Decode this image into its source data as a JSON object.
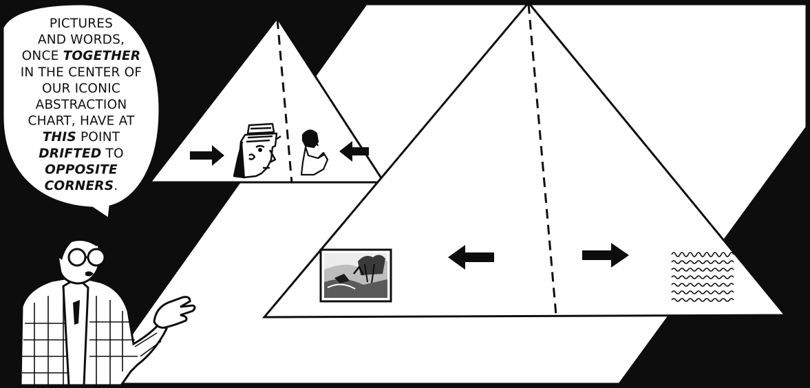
{
  "colors": {
    "ink": "#0d0d0d",
    "paper": "#ffffff",
    "photo_gray": "#8a8a8a"
  },
  "speech_bubble": {
    "lines": [
      {
        "parts": [
          {
            "text": "PICTURES",
            "emphasis": false
          }
        ]
      },
      {
        "parts": [
          {
            "text": "AND WORDS,",
            "emphasis": false
          }
        ]
      },
      {
        "parts": [
          {
            "text": "ONCE ",
            "emphasis": false
          },
          {
            "text": "TOGETHER",
            "emphasis": true
          }
        ]
      },
      {
        "parts": [
          {
            "text": "IN THE CENTER OF",
            "emphasis": false
          }
        ]
      },
      {
        "parts": [
          {
            "text": "OUR ICONIC",
            "emphasis": false
          }
        ]
      },
      {
        "parts": [
          {
            "text": "ABSTRACTION",
            "emphasis": false
          }
        ]
      },
      {
        "parts": [
          {
            "text": "CHART, HAVE AT",
            "emphasis": false
          }
        ]
      },
      {
        "parts": [
          {
            "text": "THIS",
            "emphasis": true
          },
          {
            "text": " POINT",
            "emphasis": false
          }
        ]
      },
      {
        "parts": [
          {
            "text": "DRIFTED",
            "emphasis": true
          },
          {
            "text": " TO",
            "emphasis": false
          }
        ]
      },
      {
        "parts": [
          {
            "text": "OPPOSITE",
            "emphasis": true
          }
        ]
      },
      {
        "parts": [
          {
            "text": "CORNERS",
            "emphasis": true
          },
          {
            "text": ".",
            "emphasis": false
          }
        ]
      }
    ]
  },
  "icons": {
    "small_triangle": [
      "egyptian-head-icon",
      "hieroglyph-figure-icon",
      "arrow-right-icon",
      "arrow-left-icon"
    ],
    "large_triangle": [
      "landscape-picture-icon",
      "scribbled-text-icon",
      "arrow-left-icon",
      "arrow-right-icon"
    ],
    "narrator": [
      "cartoon-narrator-icon",
      "glasses-icon",
      "open-hand-icon"
    ]
  }
}
